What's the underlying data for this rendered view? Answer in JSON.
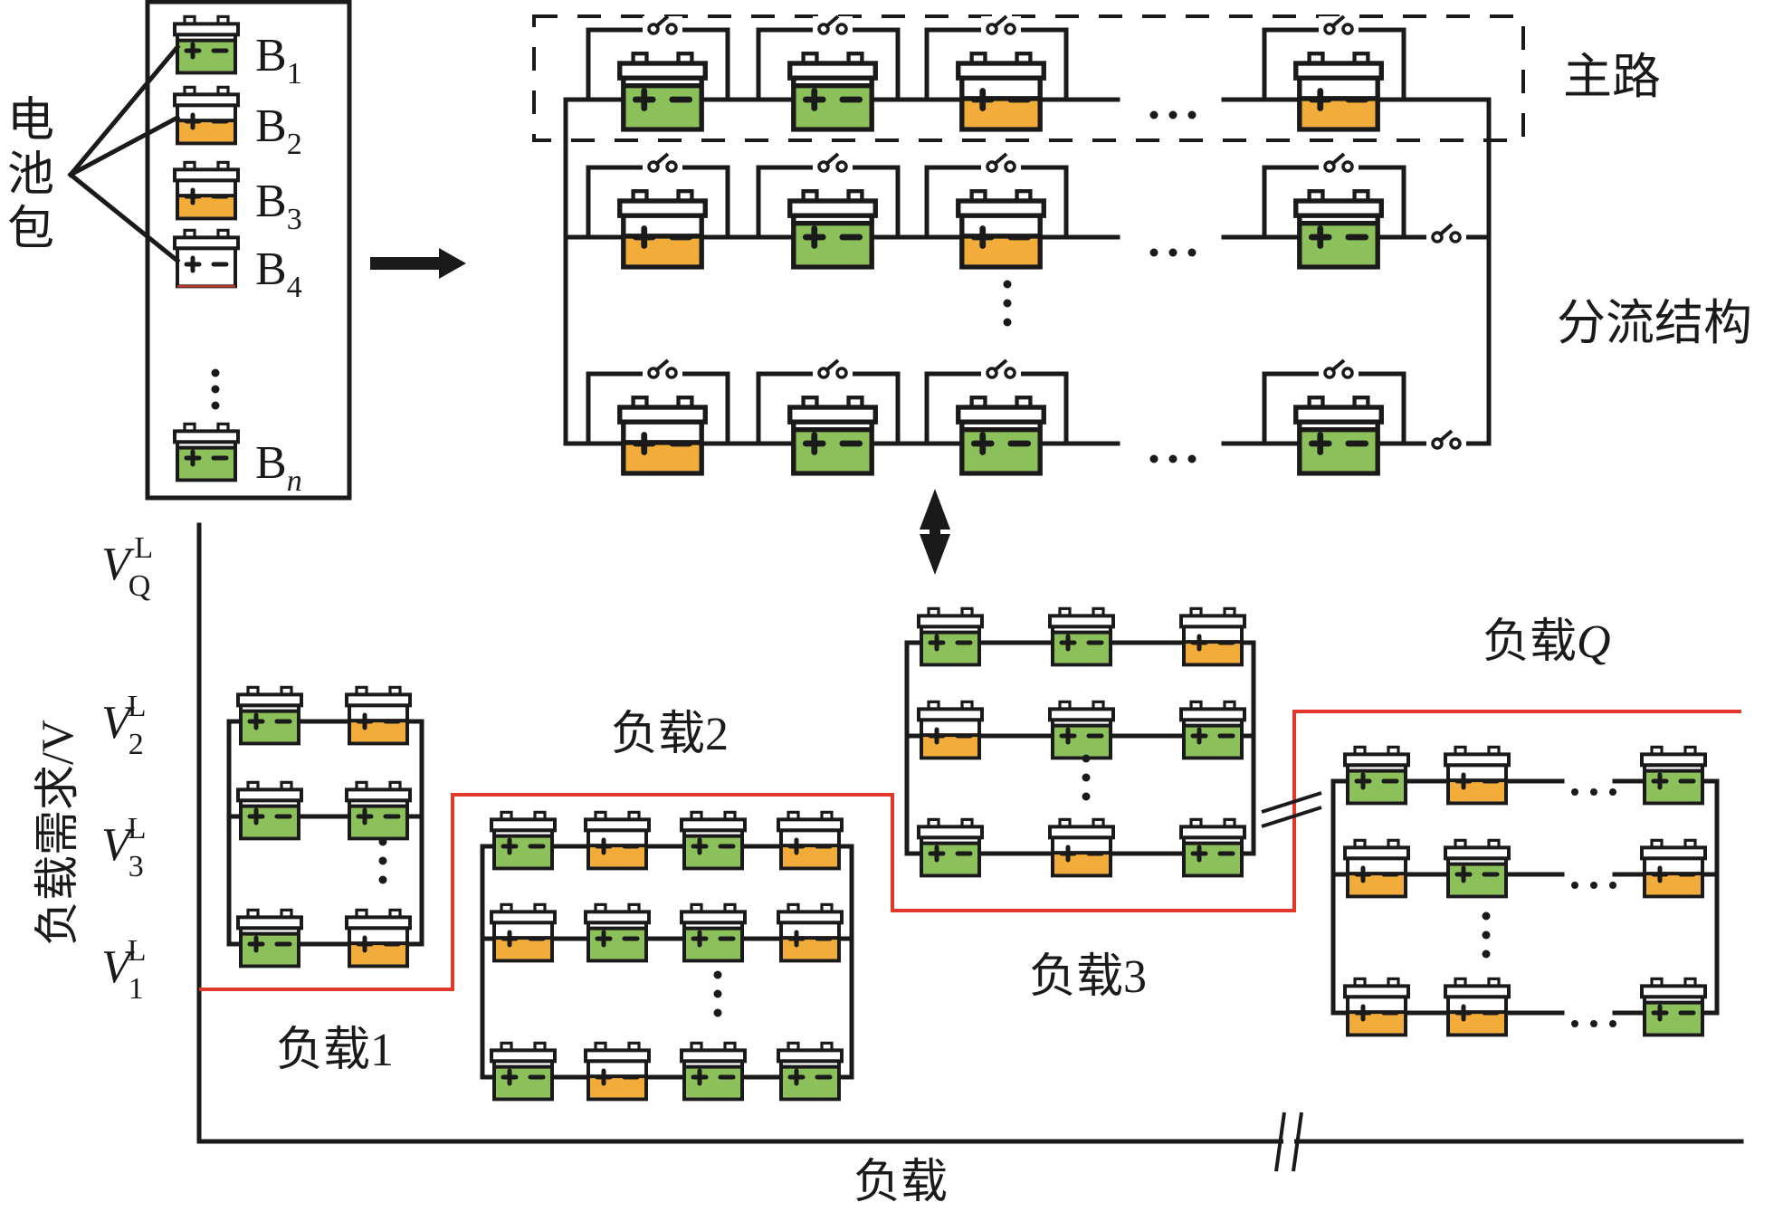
{
  "colors": {
    "charged": "#8bc05a",
    "low": "#f2ac3a",
    "empty": "#ffffff",
    "wire": "#1a1a1a",
    "demand_line": "#e2382c"
  },
  "battery_pack": {
    "label": "电池包",
    "cells": [
      {
        "label": "B",
        "sub": "1",
        "state": "charged",
        "level": 1.0
      },
      {
        "label": "B",
        "sub": "2",
        "state": "low",
        "level": 0.6
      },
      {
        "label": "B",
        "sub": "3",
        "state": "low",
        "level": 0.6
      },
      {
        "label": "B",
        "sub": "4",
        "state": "empty",
        "level": 0.0
      },
      {
        "label": "B",
        "sub": "n",
        "state": "charged",
        "level": 1.0
      }
    ]
  },
  "network": {
    "main_label": "主路",
    "shunt_label": "分流结构",
    "rows": [
      {
        "name": "main",
        "cells": [
          "charged",
          "charged",
          "low",
          "low"
        ],
        "has_row_switch": false
      },
      {
        "name": "shunt-1",
        "cells": [
          "low",
          "charged",
          "low",
          "charged"
        ],
        "has_row_switch": true
      },
      {
        "name": "shunt-n",
        "cells": [
          "low",
          "charged",
          "charged",
          "charged"
        ],
        "has_row_switch": true
      }
    ],
    "ellipsis": "…"
  },
  "chart": {
    "ylabel": "负载需求/V",
    "xlabel": "负载",
    "yticks": [
      {
        "sym": "V",
        "sub": "Q",
        "sup": "L"
      },
      {
        "sym": "V",
        "sub": "2",
        "sup": "L"
      },
      {
        "sym": "V",
        "sub": "3",
        "sup": "L"
      },
      {
        "sym": "V",
        "sub": "1",
        "sup": "L"
      }
    ],
    "loads": [
      {
        "label": "负载1",
        "rows": [
          [
            "charged",
            "low"
          ],
          [
            "charged",
            "charged"
          ],
          [
            "charged",
            "low"
          ]
        ]
      },
      {
        "label": "负载2",
        "rows": [
          [
            "charged",
            "low",
            "charged",
            "low"
          ],
          [
            "low",
            "charged",
            "charged",
            "low"
          ],
          [
            "charged",
            "low",
            "charged",
            "charged"
          ]
        ]
      },
      {
        "label": "负载3",
        "rows": [
          [
            "charged",
            "charged",
            "low"
          ],
          [
            "low",
            "charged",
            "charged"
          ],
          [
            "charged",
            "low",
            "charged"
          ]
        ]
      },
      {
        "label": "负载Q",
        "rows": [
          [
            "charged",
            "low",
            "charged"
          ],
          [
            "low",
            "charged",
            "low"
          ],
          [
            "low",
            "low",
            "charged"
          ]
        ]
      }
    ]
  }
}
